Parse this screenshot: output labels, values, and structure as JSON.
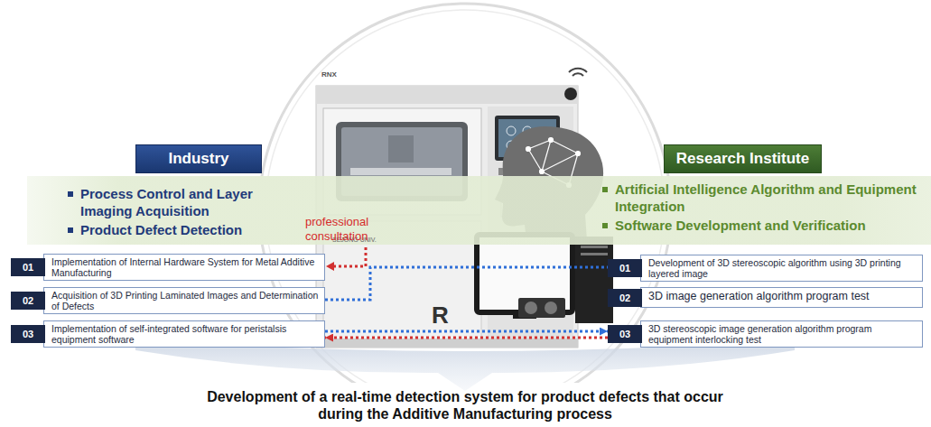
{
  "diagram": {
    "caption": "Development of a real-time detection system for product defects that occur during the Additive Manufacturing process",
    "nodes": [
      {
        "text": [
          "Industry"
        ]
      },
      {
        "text": [
          "Research Institute"
        ]
      },
      {
        "text": [
          "Process Control and Layer Imaging Acquisition",
          "Product Defect Detection",
          "Artificial Intelligence Algorithm and Equipment Integration",
          "Software Development and Verification"
        ]
      },
      {
        "text": [
          "01",
          "Implementation of Internal Hardware System for Metal Additive Manufacturing"
        ]
      },
      {
        "text": [
          "02",
          "Acquisition of 3D Printing Laminated Images and Determination of Defects"
        ]
      },
      {
        "text": [
          "03",
          "Implementation of self-integrated software for peristalsis equipment software"
        ]
      },
      {
        "text": [
          "01",
          "Development of 3D stereoscopic algorithm using 3D printing layered image"
        ]
      },
      {
        "text": [
          "02",
          "3D image generation algorithm program test"
        ]
      },
      {
        "text": [
          "03",
          "3D stereoscopic image generation algorithm program equipment interlocking test"
        ]
      }
    ],
    "edges": [
      {
        "from": 4,
        "to": 6,
        "arrow": "none"
      },
      {
        "from": 5,
        "to": 8,
        "arrow": "to"
      },
      {
        "from": 8,
        "to": 5,
        "arrow": "to"
      }
    ],
    "labels": [
      "RNX",
      "SEJONG UNIV.",
      "R",
      "professional consultation"
    ]
  }
}
